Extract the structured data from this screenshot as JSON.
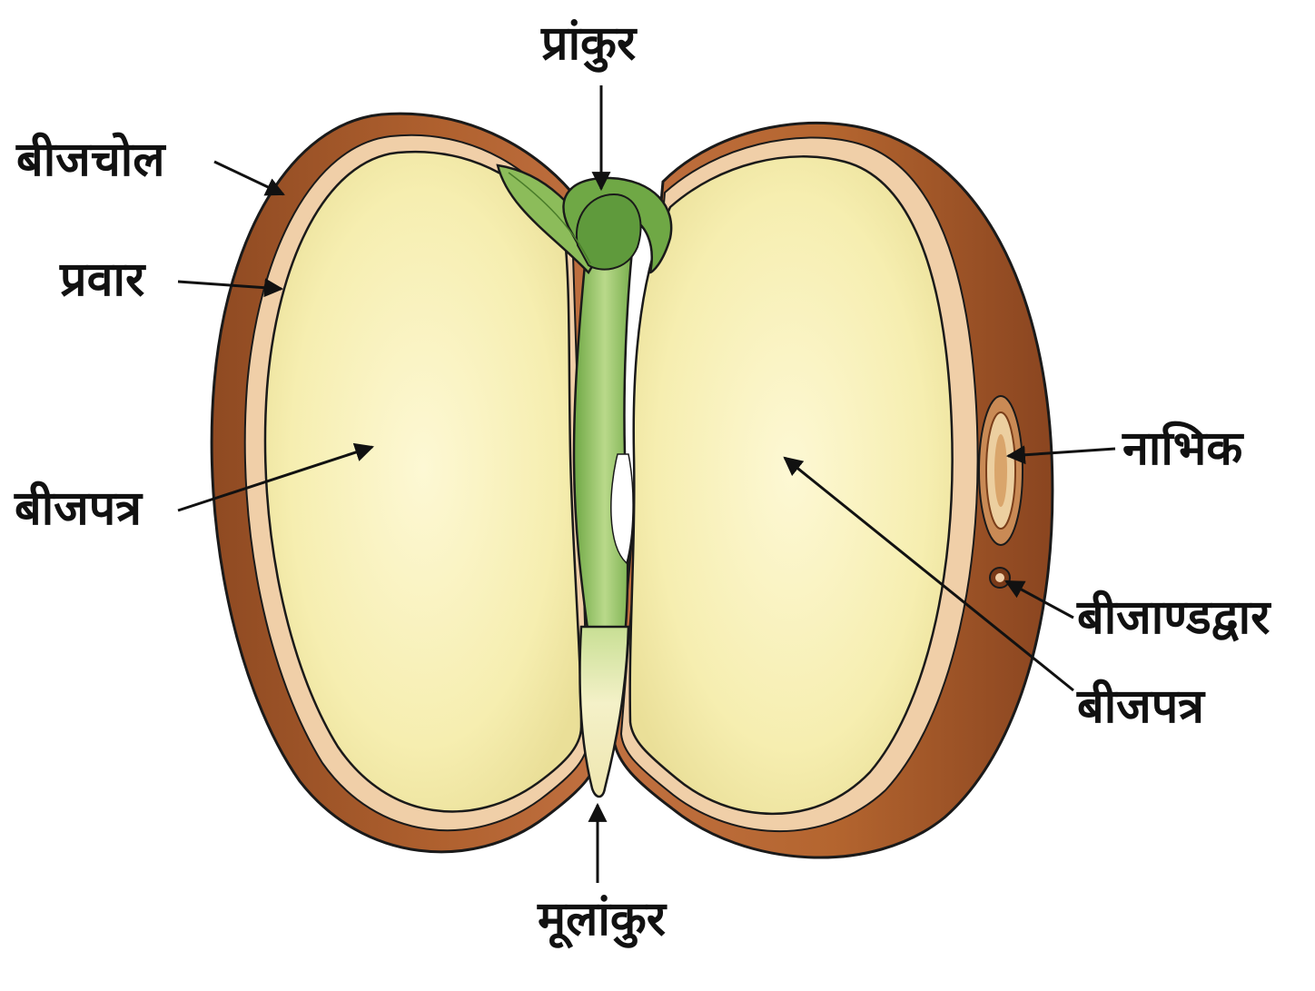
{
  "labels": {
    "plumule": "प्रांकुर",
    "seed_coat": "बीजचोल",
    "tegmen": "प्रवार",
    "cotyledon_left": "बीजपत्र",
    "hilum": "नाभिक",
    "micropyle": "बीजाण्डद्वार",
    "cotyledon_right": "बीजपत्र",
    "radicle": "मूलांकुर"
  },
  "colors": {
    "seed_coat": "#a8592b",
    "seed_coat_light": "#c8773f",
    "tegmen": "#f0cfa8",
    "cotyledon": "#f6eeb0",
    "cotyledon_center": "#fbf5cc",
    "embryo_green": "#9cc46a",
    "embryo_dark": "#5f9a3c",
    "radicle": "#f2efc2",
    "outline": "#1a1a1a",
    "arrow": "#111111"
  }
}
